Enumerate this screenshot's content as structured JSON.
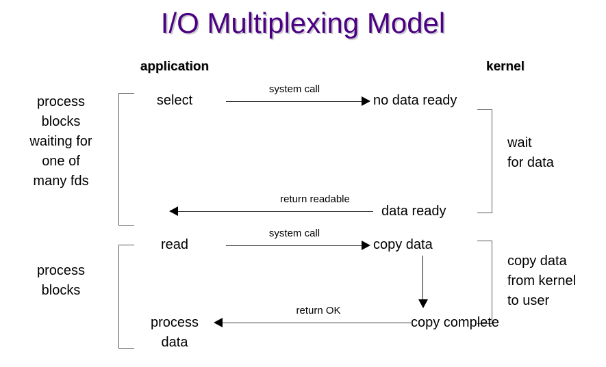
{
  "diagram": {
    "title": "I/O Multiplexing Model",
    "title_color": "#4b0082",
    "columns": {
      "application": "application",
      "kernel": "kernel"
    },
    "phase1": {
      "left_caption": "process\nblocks\nwaiting for\none of\nmany fds",
      "app_call": "select",
      "call_label": "system call",
      "kernel_state_top": "no data ready",
      "kernel_state_bottom": "data ready",
      "return_label": "return readable",
      "right_caption": "wait\nfor data"
    },
    "phase2": {
      "left_caption": "process\nblocks",
      "app_call": "read",
      "call_label": "system call",
      "kernel_state_top": "copy data",
      "kernel_state_bottom": "copy complete",
      "return_label": "return OK",
      "app_result": "process\ndata",
      "right_caption": "copy data\nfrom kernel\nto user"
    }
  }
}
